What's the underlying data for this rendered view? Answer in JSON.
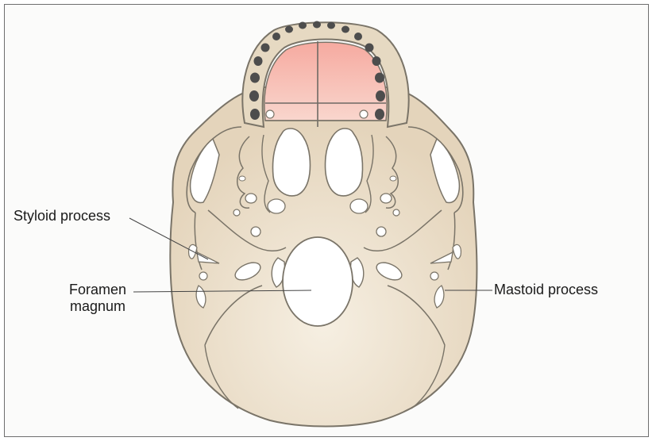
{
  "labels": {
    "styloid_process": "Styloid process",
    "foramen_line1": "Foramen",
    "foramen_line2": "magnum",
    "mastoid_process": "Mastoid process"
  },
  "colors": {
    "bone": "#e9dcc6",
    "bone_light": "#f3ebdc",
    "outline": "#7a7468",
    "palate": "#f4b3a8",
    "teeth": "#4d4d4d",
    "background": "#fbfbfa"
  }
}
